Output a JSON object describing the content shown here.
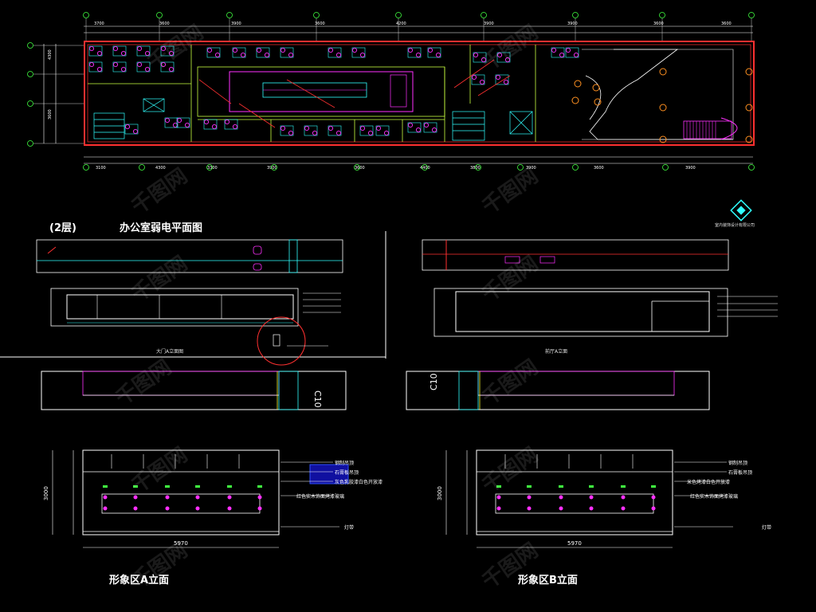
{
  "plan": {
    "title_floor": "(2层)",
    "title_name": "办公室弱电平面图",
    "logo_caption": "室内装饰设计有限公司",
    "top_dims": [
      "3700",
      "3600",
      "3900",
      "3600",
      "4200",
      "3900",
      "3900",
      "3600",
      "3600"
    ],
    "bottom_dims": [
      "3100",
      "4300",
      "3300",
      "3900",
      "3600",
      "4400",
      "3800",
      "3900",
      "3600",
      "3900"
    ],
    "left_dims": [
      "4300",
      "3600"
    ]
  },
  "elevations": {
    "door_caption": "大门A立面图",
    "lobby_caption": "前厅A立面",
    "c10_label": "C10"
  },
  "image_area_a": {
    "title": "形象区A立面",
    "width_dim": "5970",
    "height_dim": "3000",
    "notes": [
      "钢制吊顶",
      "石膏板吊顶",
      "灰色乳胶漆白色开放漆",
      "红色实木饰面烤漆玻璃"
    ],
    "light_note": "灯带"
  },
  "image_area_b": {
    "title": "形象区B立面",
    "width_dim": "5970",
    "height_dim": "3000",
    "notes": [
      "钢制吊顶",
      "石膏板吊顶",
      "米色烤漆白色开放漆",
      "红色实木饰面烤漆玻璃"
    ],
    "light_note": "灯带"
  },
  "watermark": "千图网",
  "colors": {
    "background": "#000000",
    "wall": "#ff3030",
    "furniture": "#ff30ff",
    "detail": "#30ffff",
    "partition": "#c8ff40",
    "dimension": "#ffffff",
    "axis_marker": "#40ff40"
  }
}
